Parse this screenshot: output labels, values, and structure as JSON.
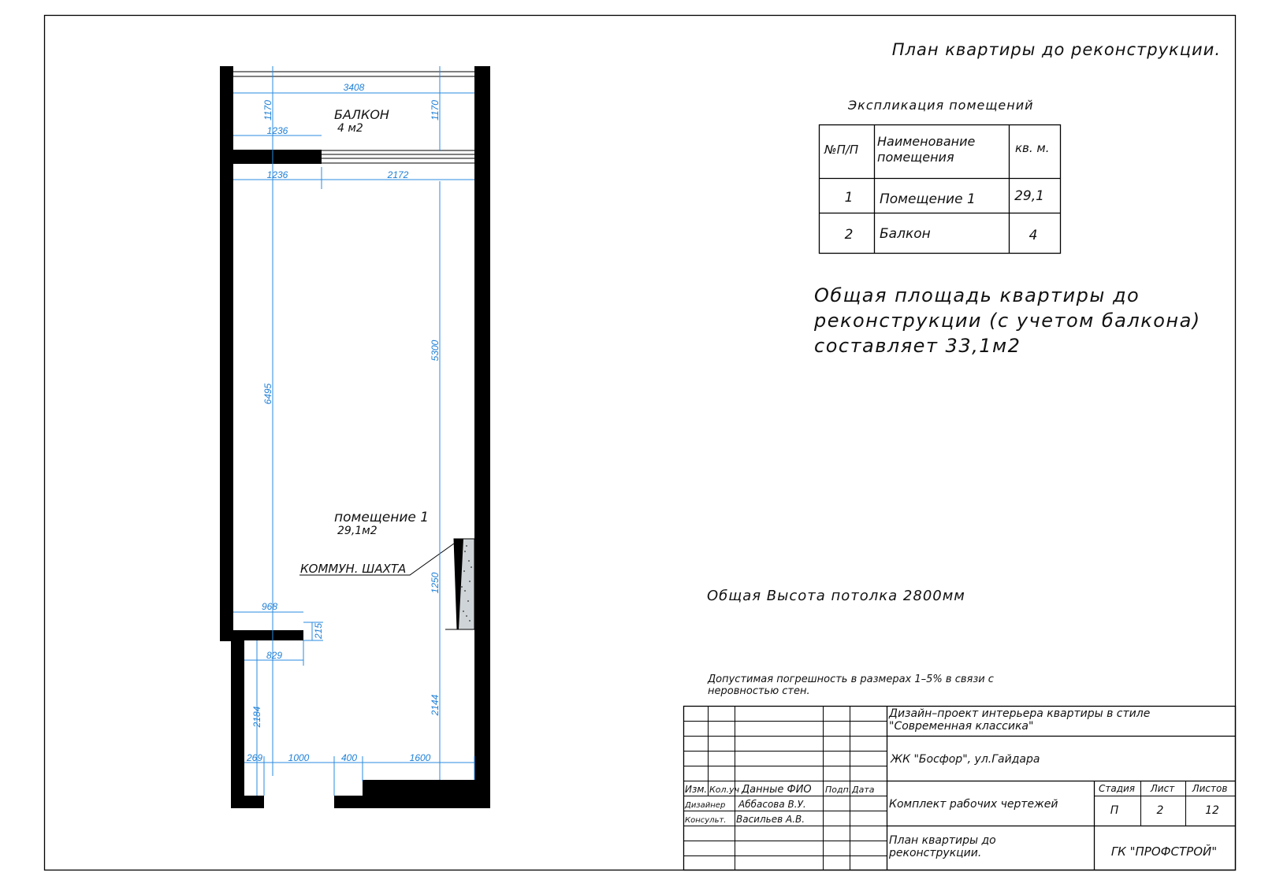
{
  "sheet_title": "План квартиры до реконструкции.",
  "explication": {
    "title": "Экспликация помещений",
    "headers": [
      "№П/П",
      "Наименование помещения",
      "кв. м."
    ],
    "rows": [
      {
        "num": "1",
        "name": "Помещение 1",
        "area": "29,1"
      },
      {
        "num": "2",
        "name": "Балкон",
        "area": "4"
      }
    ]
  },
  "total_area_lines": [
    "Общая площадь квартиры до",
    "реконструкции (с учетом балкона)",
    "составляет 33,1м2"
  ],
  "ceiling_height": "Общая Высота потолка 2800мм",
  "tolerance_lines": [
    "Допустимая погрешность в размерах 1–5% в связи с",
    "неровностью стен."
  ],
  "rooms": {
    "balcony_name": "БАЛКОН",
    "balcony_area": "4 м2",
    "room_name": "помещение 1",
    "room_area": "29,1м2",
    "shaft_label": "КОММУН. ШАХТА"
  },
  "dimensions": {
    "d3408": "3408",
    "d1170_left": "1170",
    "d1170_right": "1170",
    "d1236_top": "1236",
    "d1236_bottom": "1236",
    "d2172": "2172",
    "d6495": "6495",
    "d5300": "5300",
    "d1250": "1250",
    "d968": "968",
    "d215": "215",
    "d829": "829",
    "d2184": "2184",
    "d2144": "2144",
    "d269": "269",
    "d1000": "1000",
    "d400": "400",
    "d1600": "1600"
  },
  "title_block": {
    "project_lines": [
      "Дизайн–проект интерьера квартиры в стиле",
      "\"Современная классика\""
    ],
    "address": "ЖК \"Босфор\", ул.Гайдара",
    "col_izm": "Изм.",
    "col_kol": "Кол.уч",
    "col_data_fio": "Данные ФИО",
    "col_podp": "Подп.",
    "col_date": "Дата",
    "role_designer": "Дизайнер",
    "name_designer": "Аббасова В.У.",
    "role_consult": "Консульт.",
    "name_consult": "Васильев А.В.",
    "set_name": "Комплект рабочих чертежей",
    "stage_label": "Стадия",
    "sheet_label": "Лист",
    "sheets_label": "Листов",
    "stage_value": "П",
    "sheet_value": "2",
    "sheets_value": "12",
    "drawing_name_lines": [
      "План квартиры до",
      "реконструкции."
    ],
    "company": "ГК \"ПРОФСТРОЙ\""
  }
}
